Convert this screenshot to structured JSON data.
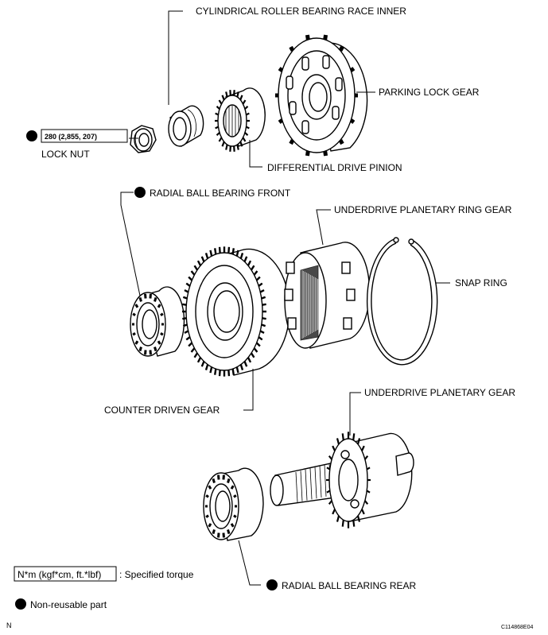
{
  "labels": {
    "cylindrical_roller_bearing": "CYLINDRICAL ROLLER BEARING RACE INNER",
    "parking_lock_gear": "PARKING LOCK GEAR",
    "torque_value": "280 (2,855, 207)",
    "lock_nut": "LOCK NUT",
    "differential_drive_pinion": "DIFFERENTIAL DRIVE PINION",
    "radial_ball_bearing_front": "RADIAL BALL BEARING FRONT",
    "underdrive_planetary_ring_gear": "UNDERDRIVE PLANETARY RING GEAR",
    "snap_ring": "SNAP RING",
    "counter_driven_gear": "COUNTER DRIVEN GEAR",
    "underdrive_planetary_gear": "UNDERDRIVE PLANETARY GEAR",
    "radial_ball_bearing_rear": "RADIAL BALL BEARING REAR"
  },
  "legend": {
    "torque_units": "N*m (kgf*cm, ft.*lbf)",
    "torque_desc": ": Specified torque",
    "nonreusable_desc": "Non-reusable part"
  },
  "footer": {
    "left_code": "N",
    "figure_id": "C114868E04"
  }
}
